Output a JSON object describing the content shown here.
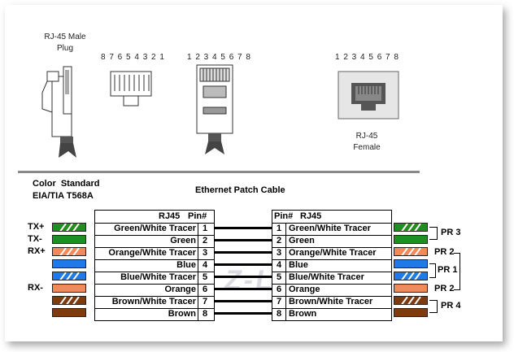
{
  "labels": {
    "male_plug": "RJ-45 Male\nPlug",
    "pins_reverse": "8 7 6 5 4 3 2 1",
    "pins_forward_a": "1 2 3 4 5 6 7 8",
    "pins_forward_b": "1 2 3 4 5 6 7 8",
    "female": "RJ-45\nFemale",
    "color_standard": "Color  Standard\nEIA/TIA T568A",
    "cable_title": "Ethernet Patch Cable",
    "watermark": "Z-LINK"
  },
  "left_table": {
    "header_label": "RJ45",
    "header_pin": "Pin#",
    "rows": [
      {
        "name": "Green/White Tracer",
        "pin": "1"
      },
      {
        "name": "Green",
        "pin": "2"
      },
      {
        "name": "Orange/White Tracer",
        "pin": "3"
      },
      {
        "name": "Blue",
        "pin": "4"
      },
      {
        "name": "Blue/White Tracer",
        "pin": "5"
      },
      {
        "name": "Orange",
        "pin": "6"
      },
      {
        "name": "Brown/White Tracer",
        "pin": "7"
      },
      {
        "name": "Brown",
        "pin": "8"
      }
    ]
  },
  "right_table": {
    "header_pin": "Pin#",
    "header_label": "RJ45",
    "rows": [
      {
        "pin": "1",
        "name": "Green/White Tracer"
      },
      {
        "pin": "2",
        "name": "Green"
      },
      {
        "pin": "3",
        "name": "Orange/White Tracer"
      },
      {
        "pin": "4",
        "name": "Blue"
      },
      {
        "pin": "5",
        "name": "Blue/White Tracer"
      },
      {
        "pin": "6",
        "name": "Orange"
      },
      {
        "pin": "7",
        "name": "Brown/White Tracer"
      },
      {
        "pin": "8",
        "name": "Brown"
      }
    ]
  },
  "signals": [
    "TX+",
    "TX-",
    "RX+",
    "",
    "",
    "RX-",
    "",
    ""
  ],
  "pairs": {
    "pr3": "PR 3",
    "pr2_top": "PR 2",
    "pr1": "PR 1",
    "pr2_bottom": "PR 2",
    "pr4": "PR 4"
  },
  "swatches": [
    {
      "color": "#1f8f1f",
      "striped": true
    },
    {
      "color": "#1f8f1f",
      "striped": false
    },
    {
      "color": "#f08a5a",
      "striped": true
    },
    {
      "color": "#1f7ae8",
      "striped": false
    },
    {
      "color": "#1f7ae8",
      "striped": true
    },
    {
      "color": "#f08a5a",
      "striped": false
    },
    {
      "color": "#7a3c10",
      "striped": true
    },
    {
      "color": "#7a3c10",
      "striped": false
    }
  ]
}
